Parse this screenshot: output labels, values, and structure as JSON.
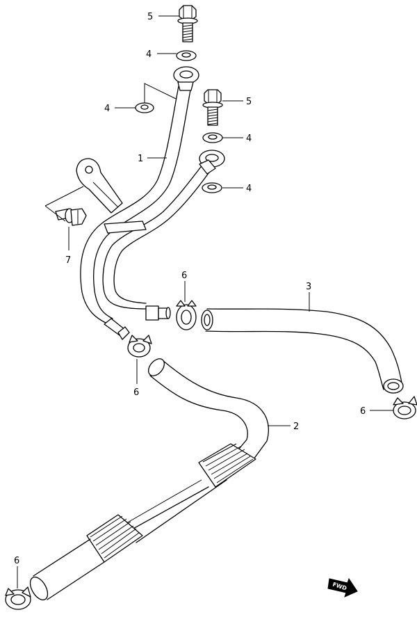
{
  "callouts": [
    {
      "id": "c5a",
      "label": "5"
    },
    {
      "id": "c4a",
      "label": "4"
    },
    {
      "id": "c4b",
      "label": "4"
    },
    {
      "id": "c5b",
      "label": "5"
    },
    {
      "id": "c4c",
      "label": "4"
    },
    {
      "id": "c4d",
      "label": "4"
    },
    {
      "id": "c1",
      "label": "1"
    },
    {
      "id": "c7",
      "label": "7"
    },
    {
      "id": "c6a",
      "label": "6"
    },
    {
      "id": "c3",
      "label": "3"
    },
    {
      "id": "c6b",
      "label": "6"
    },
    {
      "id": "c2",
      "label": "2"
    },
    {
      "id": "c6c",
      "label": "6"
    },
    {
      "id": "c6d",
      "label": "6"
    }
  ],
  "fwd_badge": {
    "label": "FWD"
  },
  "colors": {
    "line": "#000000",
    "background": "#ffffff"
  }
}
